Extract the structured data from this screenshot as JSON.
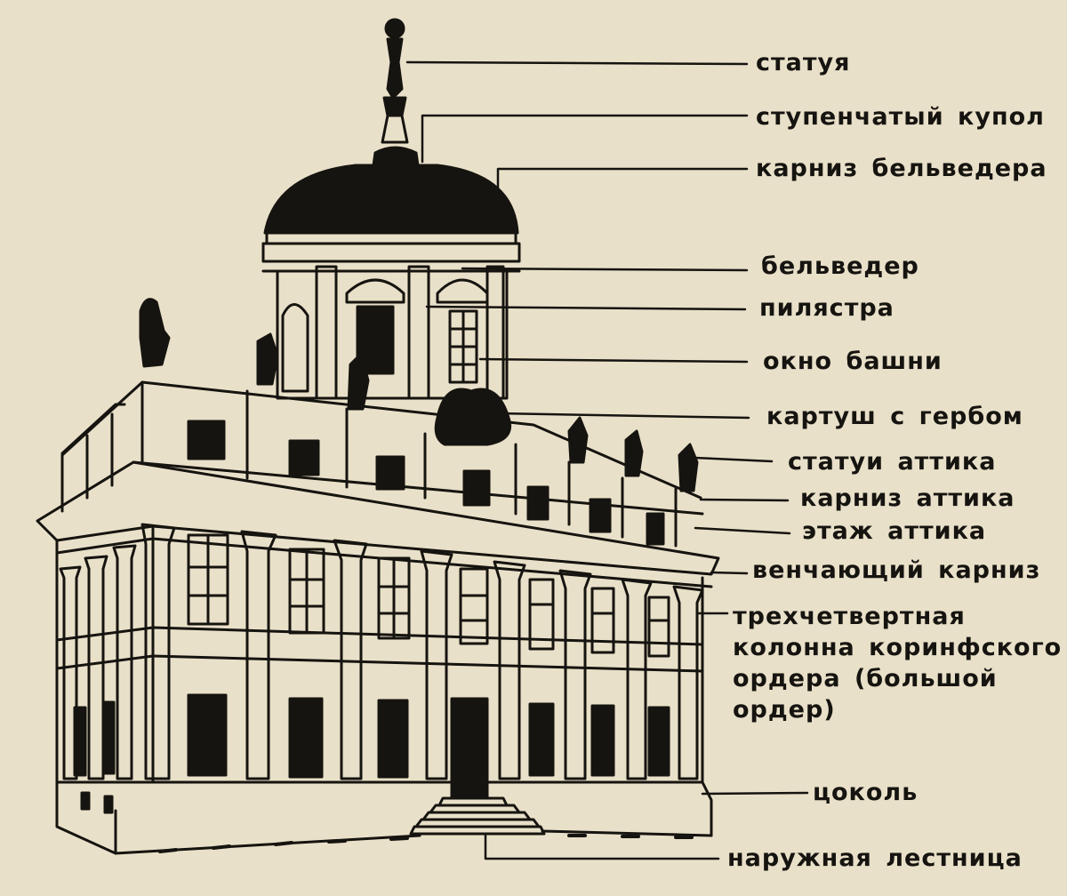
{
  "labels": {
    "statue": "статуя",
    "stepped_dome": "ступенчатый купол",
    "belvedere_cornice": "карниз бельведера",
    "belvedere": "бельведер",
    "pilaster": "пилястра",
    "tower_window": "окно башни",
    "cartouche": "картуш с гербом",
    "attic_statues": "статуи аттика",
    "attic_cornice": "карниз аттика",
    "attic_storey": "этаж аттика",
    "crowning_cornice": "венчающий карниз",
    "corinthian_column": "трехчетвертная\nколонна коринфского\nордера (большой\nордер)",
    "plinth": "цоколь",
    "outer_stair": "наружная лестница"
  },
  "colors": {
    "paper": "#e9e0c9",
    "ink": "#161410"
  }
}
